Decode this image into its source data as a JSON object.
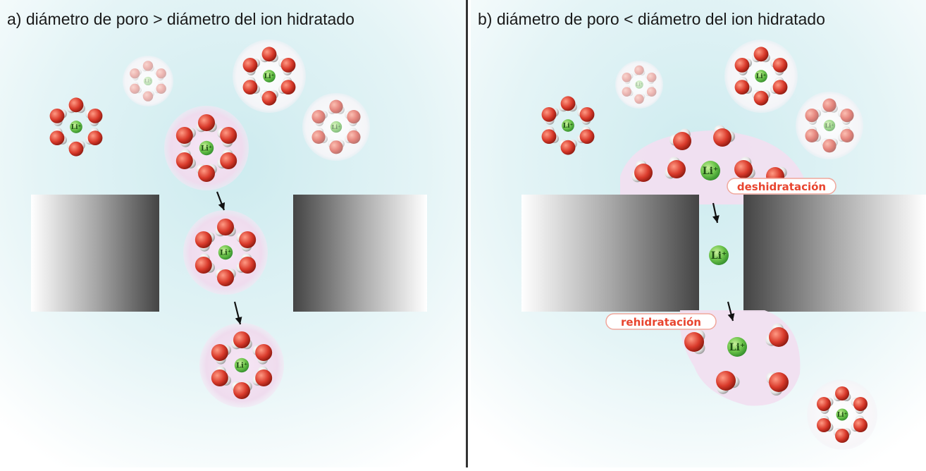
{
  "panels": [
    {
      "id": "a",
      "title": "a)  diámetro de poro > diámetro del ion hidratado"
    },
    {
      "id": "b",
      "title": "b)  diámetro de poro < diámetro del ion hidratado",
      "process_labels": {
        "dehydration": "deshidratación",
        "rehydration": "rehidratación"
      }
    }
  ],
  "ion_label": "Li⁺",
  "colors": {
    "background_tint": "#d9f1f3",
    "halo": "#f2ddf0",
    "ion": "#6cc44a",
    "oxygen": "#d93a2b",
    "hydrogen": "#ececec",
    "membrane_dark": "#4a4a4a",
    "divider": "#333333",
    "process_label_text": "#e8452f"
  },
  "icons": [
    "water-molecule-icon",
    "lithium-ion-icon",
    "arrow-down-icon"
  ]
}
